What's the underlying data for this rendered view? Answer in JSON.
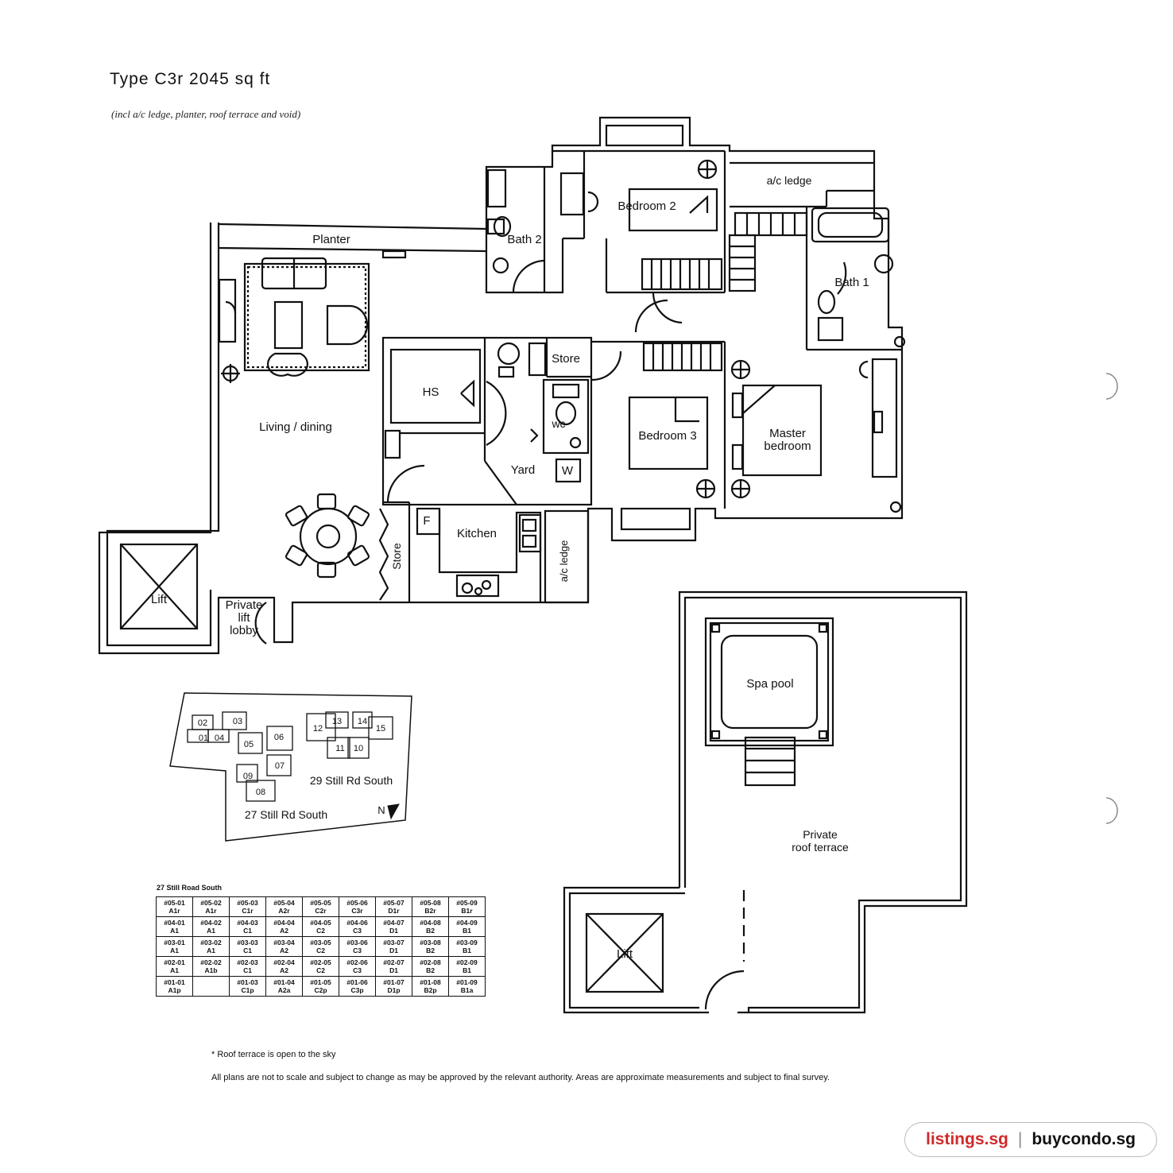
{
  "header": {
    "title": "Type C3r 2045 sq ft",
    "subtitle": "(incl a/c ledge, planter, roof terrace and void)"
  },
  "rooms": {
    "bedroom2": "Bedroom 2",
    "bath2": "Bath 2",
    "ac_ledge_top": "a/c ledge",
    "planter": "Planter",
    "bath1": "Bath 1",
    "living_dining": "Living / dining",
    "hs": "HS",
    "store1": "Store",
    "wc": "wc",
    "yard": "Yard",
    "w": "W",
    "bedroom3": "Bedroom 3",
    "master_line1": "Master",
    "master_line2": "bedroom",
    "f": "F",
    "kitchen": "Kitchen",
    "store2": "Store",
    "ac_ledge_kitchen": "a/c ledge",
    "lift1": "Lift",
    "lobby_line1": "Private",
    "lobby_line2": "lift",
    "lobby_line3": "lobby",
    "spa_pool": "Spa pool",
    "terrace_line1": "Private",
    "terrace_line2": "roof terrace",
    "lift2": "Lift"
  },
  "key_plan": {
    "blocks": [
      "02",
      "03",
      "01",
      "04",
      "05",
      "06",
      "07",
      "09",
      "08",
      "12",
      "13",
      "14",
      "15",
      "11",
      "10"
    ],
    "label_29": "29 Still Rd South",
    "label_27": "27 Still Rd South",
    "north": "N"
  },
  "unit_table": {
    "title": "27 Still Road South",
    "rows": [
      [
        "#05-01|A1r",
        "#05-02|A1r",
        "#05-03|C1r",
        "#05-04|A2r",
        "#05-05|C2r",
        "#05-06|C3r",
        "#05-07|D1r",
        "#05-08|B2r",
        "#05-09|B1r"
      ],
      [
        "#04-01|A1",
        "#04-02|A1",
        "#04-03|C1",
        "#04-04|A2",
        "#04-05|C2",
        "#04-06|C3",
        "#04-07|D1",
        "#04-08|B2",
        "#04-09|B1"
      ],
      [
        "#03-01|A1",
        "#03-02|A1",
        "#03-03|C1",
        "#03-04|A2",
        "#03-05|C2",
        "#03-06|C3",
        "#03-07|D1",
        "#03-08|B2",
        "#03-09|B1"
      ],
      [
        "#02-01|A1",
        "#02-02|A1b",
        "#02-03|C1",
        "#02-04|A2",
        "#02-05|C2",
        "#02-06|C3",
        "#02-07|D1",
        "#02-08|B2",
        "#02-09|B1"
      ],
      [
        "#01-01|A1p",
        "",
        "#01-03|C1p",
        "#01-04|A2a",
        "#01-05|C2p",
        "#01-06|C3p",
        "#01-07|D1p",
        "#01-08|B2p",
        "#01-09|B1a"
      ]
    ]
  },
  "notes": {
    "note1": "* Roof terrace is open to the sky",
    "note2": "All plans are not to scale and subject to change as may be approved by the relevant authority. Areas are approximate measurements and subject to final survey."
  },
  "brand": {
    "left": "listings.sg",
    "separator": "|",
    "right": "buycondo.sg",
    "left_color": "#d02a2a"
  }
}
